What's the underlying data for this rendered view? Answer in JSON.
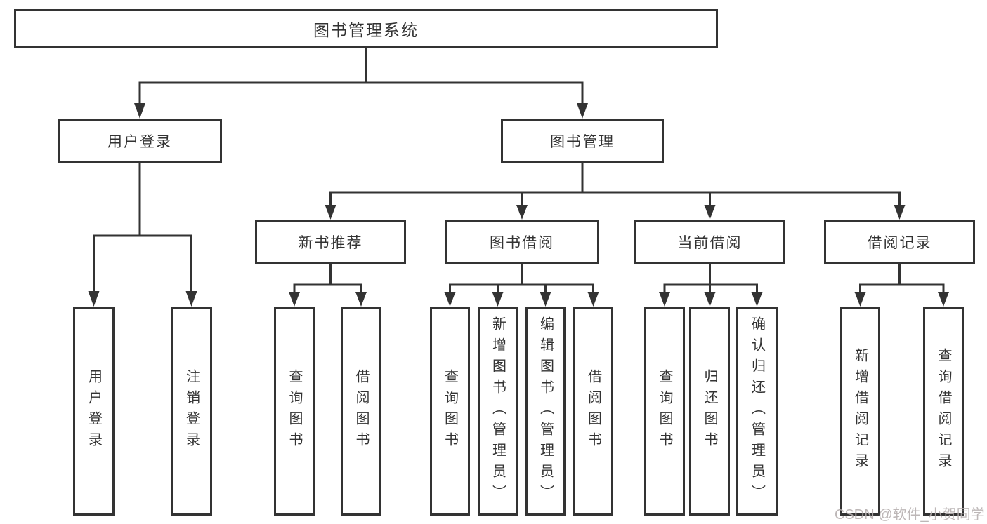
{
  "diagram_title": "图书管理系统",
  "tree": {
    "root": {
      "label": "图书管理系统"
    },
    "branches": [
      {
        "label": "用户登录",
        "children": [
          {
            "label": "用户登录"
          },
          {
            "label": "注销登录"
          }
        ]
      },
      {
        "label": "图书管理",
        "groups": [
          {
            "label": "新书推荐",
            "children": [
              {
                "label": "查询图书"
              },
              {
                "label": "借阅图书"
              }
            ]
          },
          {
            "label": "图书借阅",
            "children": [
              {
                "label": "查询图书"
              },
              {
                "label": "新增图书（管理员）"
              },
              {
                "label": "编辑图书（管理员）"
              },
              {
                "label": "借阅图书"
              }
            ]
          },
          {
            "label": "当前借阅",
            "children": [
              {
                "label": "查询图书"
              },
              {
                "label": "归还图书"
              },
              {
                "label": "确认归还（管理员）"
              }
            ]
          },
          {
            "label": "借阅记录",
            "children": [
              {
                "label": "新增借阅记录"
              },
              {
                "label": "查询借阅记录"
              }
            ]
          }
        ]
      }
    ]
  },
  "watermark": {
    "text": "CSDN @软件_小贺同学"
  },
  "colors": {
    "line": "#333333",
    "box_border": "#333333",
    "text": "#333333",
    "background": "#ffffff",
    "watermark": "#b6b0b0"
  }
}
